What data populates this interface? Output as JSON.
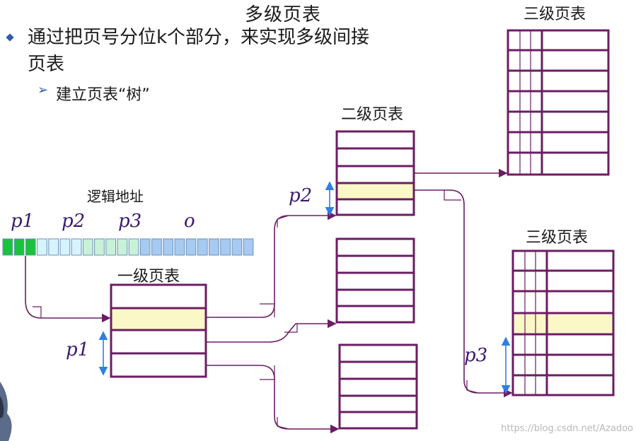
{
  "title": "多级页表",
  "bullet": {
    "line1": "通过把页号分位k个部分，来实现多级间接",
    "line2": "页表",
    "sub": "建立页表“树”"
  },
  "logical_address": {
    "label": "逻辑地址",
    "parts": [
      "p1",
      "p2",
      "p3",
      "o"
    ]
  },
  "tables": {
    "level1": "一级页表",
    "level2": "二级页表",
    "level3_top": "三级页表",
    "level3_bottom": "三级页表"
  },
  "offsets": {
    "p1": "p1",
    "p2": "p2",
    "p3": "p3"
  },
  "watermark": "https://blog.csdn.net/Azadoo",
  "colors": {
    "table_border": "#6b1d63",
    "highlight": "#fbf8c8",
    "arrow": "#2f7fe0",
    "bit_green": "#19c33b",
    "bit_cyan": "#d6f4ff",
    "bit_mint": "#c8f2d8",
    "bit_blue": "#a6caf0"
  }
}
